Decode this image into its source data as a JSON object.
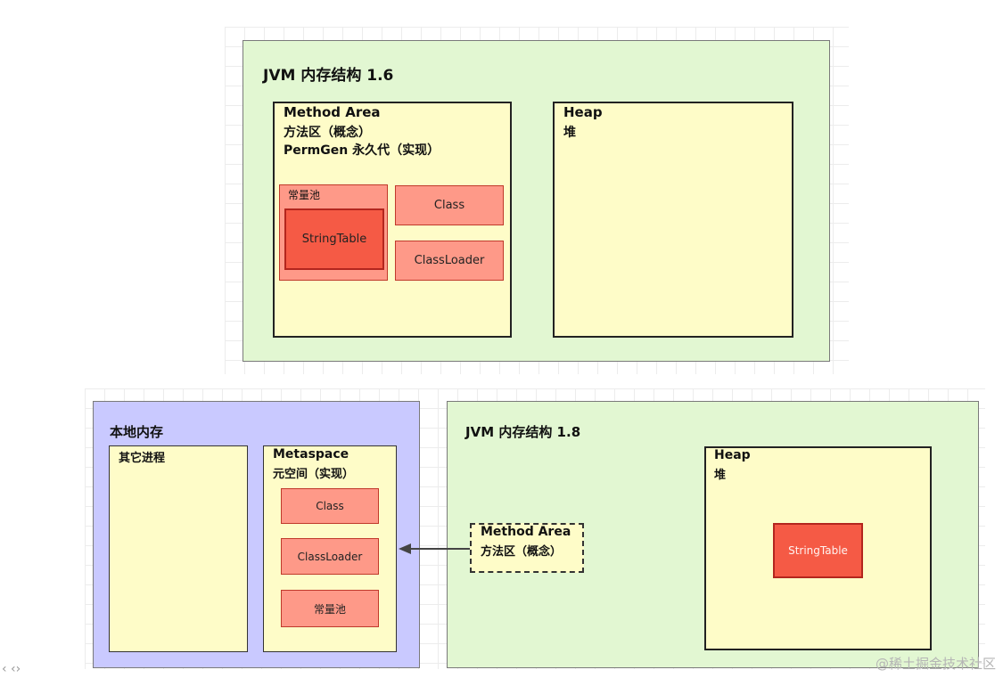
{
  "jvm16": {
    "title": "JVM 内存结构 1.6",
    "method_area": {
      "title": "Method Area",
      "subtitle1": "方法区（概念）",
      "subtitle2": "PermGen 永久代（实现）",
      "constant_pool": "常量池",
      "string_table": "StringTable",
      "class": "Class",
      "classloader": "ClassLoader"
    },
    "heap": {
      "title": "Heap",
      "subtitle": "堆"
    }
  },
  "native_memory": {
    "title": "本地内存",
    "other_process": "其它进程",
    "metaspace": {
      "title": "Metaspace",
      "subtitle": "元空间（实现）",
      "class": "Class",
      "classloader": "ClassLoader",
      "constant_pool": "常量池"
    }
  },
  "jvm18": {
    "title": "JVM 内存结构 1.8",
    "method_area": {
      "title": "Method Area",
      "subtitle": "方法区（概念）"
    },
    "heap": {
      "title": "Heap",
      "subtitle": "堆",
      "string_table": "StringTable"
    }
  },
  "watermark": "@稀土掘金技术社区",
  "corner_mark": "‹ ‹›"
}
